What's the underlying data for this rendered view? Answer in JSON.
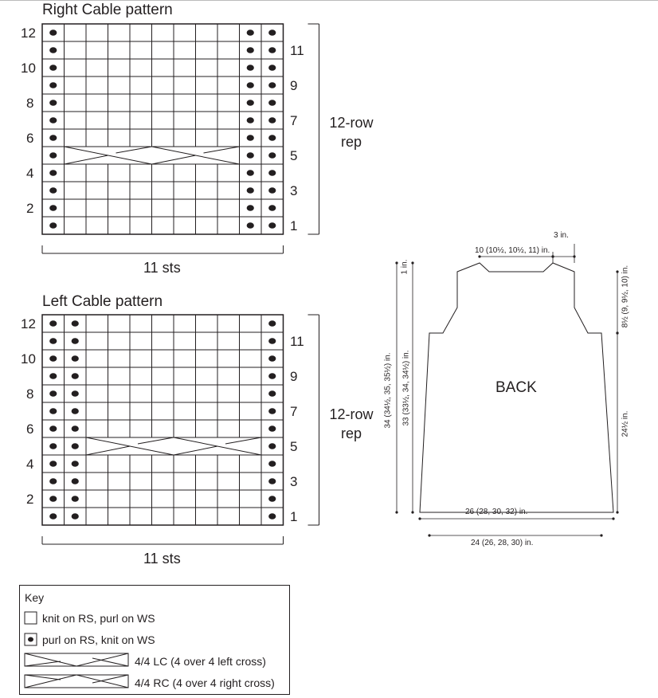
{
  "charts": {
    "right": {
      "title": "Right Cable pattern",
      "even_rows": [
        "12",
        "10",
        "8",
        "6",
        "4",
        "2"
      ],
      "odd_rows": [
        "11",
        "9",
        "7",
        "5",
        "3",
        "1"
      ],
      "repeat": [
        "12-row",
        "rep"
      ],
      "width_label": "11 sts",
      "purl_columns": [
        0,
        9,
        10
      ],
      "cable_row": 5
    },
    "left": {
      "title": "Left Cable pattern",
      "even_rows": [
        "12",
        "10",
        "8",
        "6",
        "4",
        "2"
      ],
      "odd_rows": [
        "11",
        "9",
        "7",
        "5",
        "3",
        "1"
      ],
      "repeat": [
        "12-row",
        "rep"
      ],
      "width_label": "11 sts",
      "purl_columns": [
        0,
        1,
        10
      ],
      "cable_row": 5
    }
  },
  "schematic": {
    "label": "BACK",
    "shoulder": "3 in.",
    "neck": "10 (10½, 10½, 11) in.",
    "neck_depth": "1 in.",
    "total_length": "34 (34½, 35, 35½) in.",
    "side_length": "33 (33½, 34, 34½) in.",
    "armhole": "8½ (9, 9½, 10) in.",
    "side_seam": "24½ in.",
    "hem_width": "26 (28, 30, 32) in.",
    "chest_width": "24 (26, 28, 30) in."
  },
  "key": {
    "title": "Key",
    "items": [
      "knit on RS, purl on WS",
      "purl on RS, knit on WS",
      "4/4 LC (4 over 4 left cross)",
      "4/4 RC (4 over 4 right cross)"
    ]
  }
}
